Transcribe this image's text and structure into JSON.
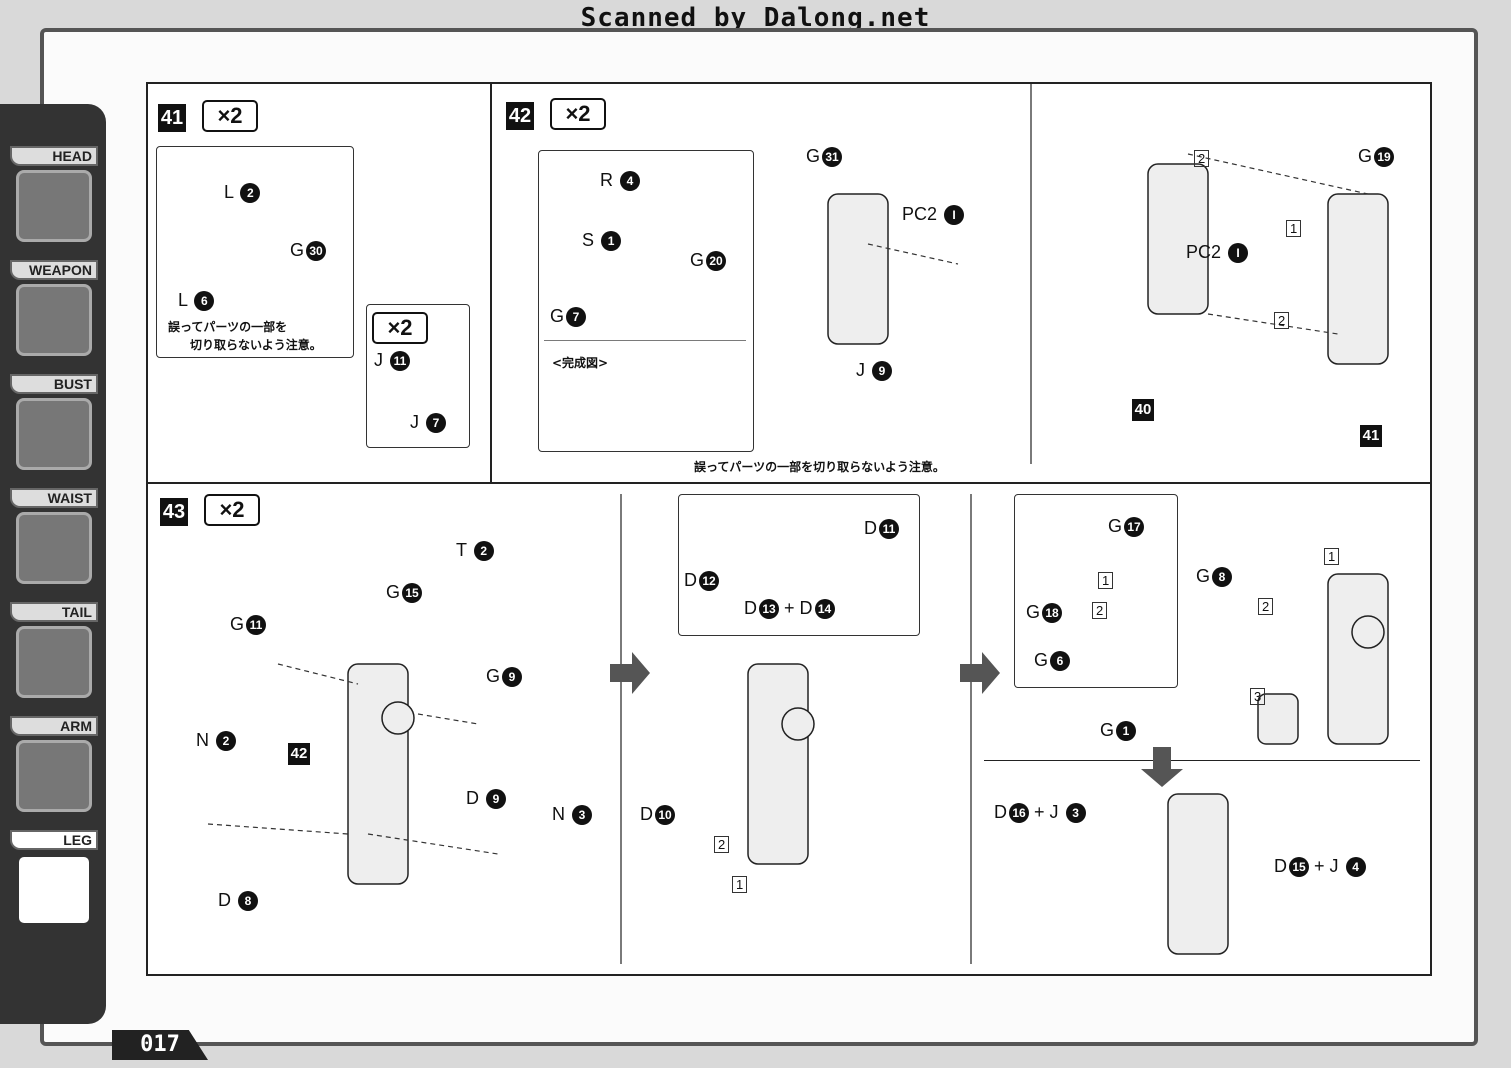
{
  "watermark": "Scanned by Dalong.net",
  "page_number": "017",
  "sidebar": {
    "items": [
      {
        "label": "HEAD",
        "icon": "head-icon"
      },
      {
        "label": "WEAPON",
        "icon": "weapon-icon"
      },
      {
        "label": "BUST",
        "icon": "bust-icon"
      },
      {
        "label": "WAIST",
        "icon": "waist-icon"
      },
      {
        "label": "TAIL",
        "icon": "tail-icon"
      },
      {
        "label": "ARM",
        "icon": "arm-icon"
      },
      {
        "label": "LEG",
        "icon": "leg-icon",
        "active": true
      }
    ]
  },
  "step41": {
    "num": "41",
    "mult": "×2",
    "inner_mult": "×2",
    "note1": "誤ってパーツの一部を",
    "note2": "切り取らないよう注意。",
    "parts": {
      "l2": "L",
      "l2n": "2",
      "g30": "G",
      "g30n": "30",
      "l6": "L",
      "l6n": "6",
      "j11": "J",
      "j11n": "11",
      "j7": "J",
      "j7n": "7"
    }
  },
  "step42": {
    "num": "42",
    "mult": "×2",
    "complete_label": "<完成図>",
    "note": "誤ってパーツの一部を切り取らないよう注意。",
    "parts": {
      "r4": "R",
      "r4n": "4",
      "s1": "S",
      "s1n": "1",
      "g20": "G",
      "g20n": "20",
      "g7": "G",
      "g7n": "7",
      "g31": "G",
      "g31n": "31",
      "pc2a": "PC2",
      "pc2an": "I",
      "j9": "J",
      "j9n": "9",
      "g19": "G",
      "g19n": "19",
      "pc2b": "PC2",
      "pc2bn": "I",
      "sub40": "40",
      "sub41": "41",
      "s2a": "2",
      "s1b": "1",
      "s2b": "2"
    }
  },
  "step43": {
    "num": "43",
    "mult": "×2",
    "parts": {
      "t2": "T",
      "t2n": "2",
      "g15": "G",
      "g15n": "15",
      "g11": "G",
      "g11n": "11",
      "g9": "G",
      "g9n": "9",
      "n2": "N",
      "n2n": "2",
      "ref42": "42",
      "d9": "D",
      "d9n": "9",
      "n3": "N",
      "n3n": "3",
      "d8": "D",
      "d8n": "8",
      "d11": "D",
      "d11n": "11",
      "d12": "D",
      "d12n": "12",
      "d13": "D",
      "d13n": "13",
      "plus1": "+",
      "d14": "D",
      "d14n": "14",
      "d10": "D",
      "d10n": "10",
      "s2": "2",
      "s1": "1",
      "g17": "G",
      "g17n": "17",
      "g8": "G",
      "g8n": "8",
      "g18": "G",
      "g18n": "18",
      "g6": "G",
      "g6n": "6",
      "g1": "G",
      "g1n": "1",
      "s1a": "1",
      "s2c": "2",
      "s3": "3",
      "s1c": "1",
      "s2d": "2",
      "d16": "D",
      "d16n": "16",
      "plus2": "+",
      "j3": "J",
      "j3n": "3",
      "d15": "D",
      "d15n": "15",
      "plus3": "+",
      "j4": "J",
      "j4n": "4"
    }
  }
}
